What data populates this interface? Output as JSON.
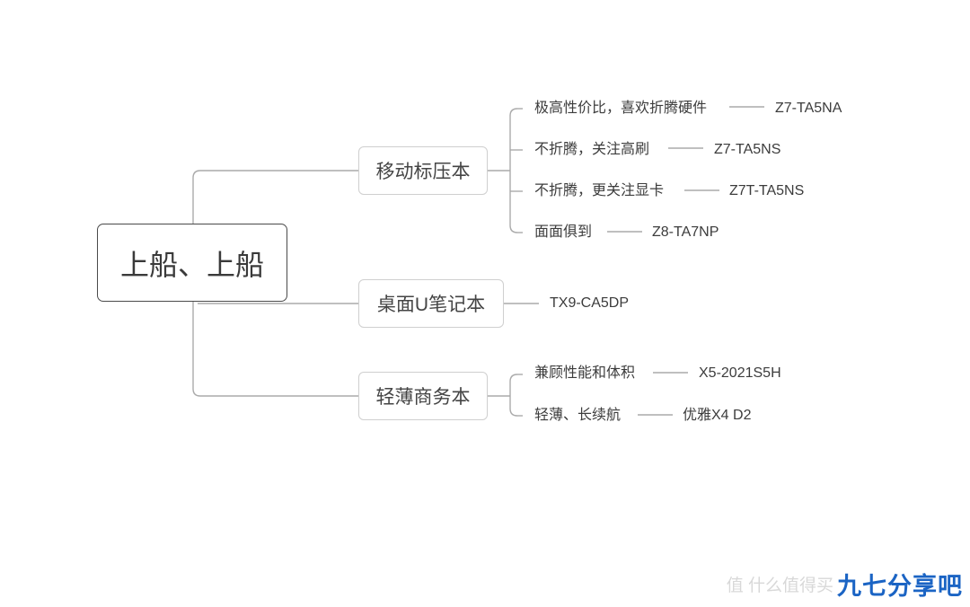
{
  "mindmap": {
    "root": "上船、上船",
    "branches": [
      {
        "label": "移动标压本",
        "items": [
          {
            "desc": "极高性价比，喜欢折腾硬件",
            "model": "Z7-TA5NA"
          },
          {
            "desc": "不折腾，关注高刷",
            "model": "Z7-TA5NS"
          },
          {
            "desc": "不折腾，更关注显卡",
            "model": "Z7T-TA5NS"
          },
          {
            "desc": "面面俱到",
            "model": "Z8-TA7NP"
          }
        ]
      },
      {
        "label": "桌面U笔记本",
        "items": [
          {
            "model": "TX9-CA5DP"
          }
        ]
      },
      {
        "label": "轻薄商务本",
        "items": [
          {
            "desc": "兼顾性能和体积",
            "model": "X5-2021S5H"
          },
          {
            "desc": "轻薄、长续航",
            "model": "优雅X4 D2"
          }
        ]
      }
    ]
  },
  "watermark": {
    "ghost_text": "值 什么值得买",
    "brand_text": "九七分享吧",
    "brand_color": "#1b64c4"
  }
}
